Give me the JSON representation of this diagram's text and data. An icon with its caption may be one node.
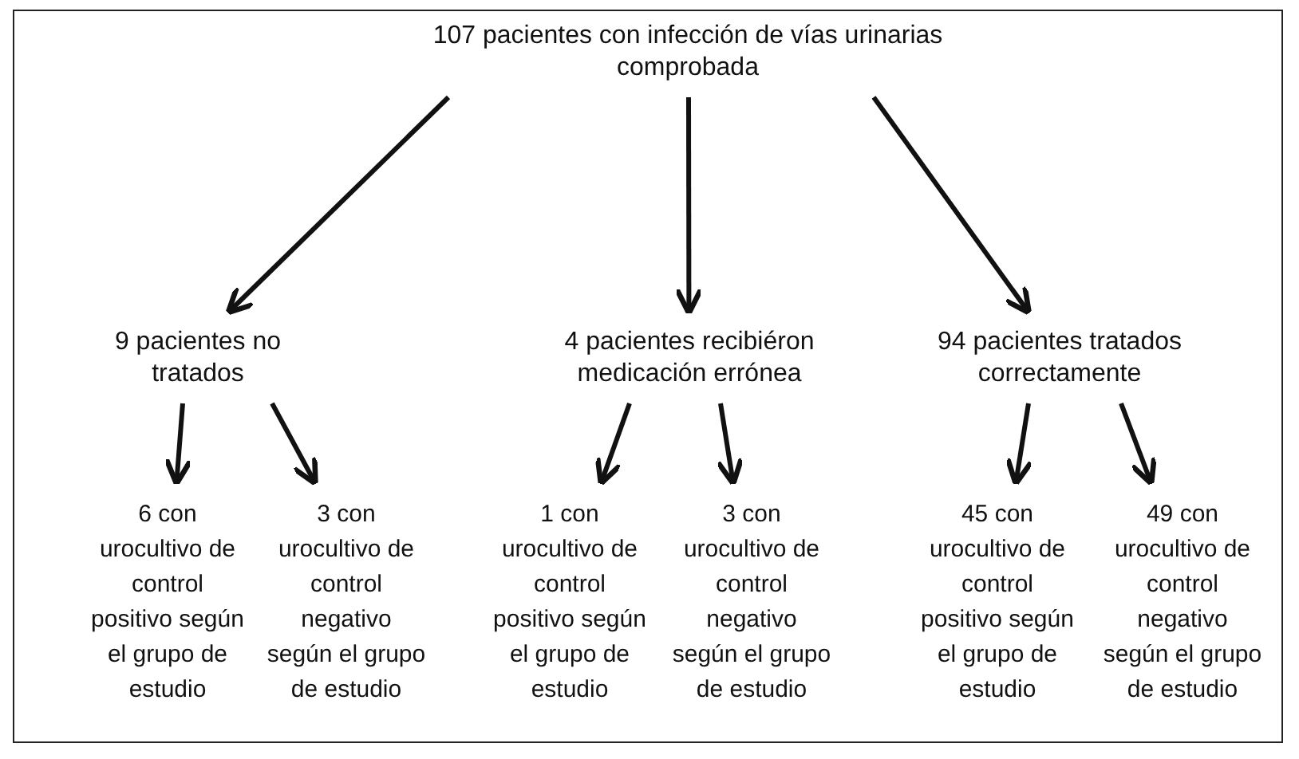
{
  "diagram": {
    "nodes": [
      {
        "text": [
          "107 pacientes con infección de vías urinarias comprobada"
        ]
      },
      {
        "text": [
          "9 pacientes no tratados"
        ]
      },
      {
        "text": [
          "4 pacientes recibiéron medicación errónea"
        ]
      },
      {
        "text": [
          "94 pacientes tratados correctamente"
        ]
      },
      {
        "text": [
          "6 con urocultivo de control positivo según el grupo de estudio"
        ]
      },
      {
        "text": [
          "3 con urocultivo de control negativo según el grupo de estudio"
        ]
      },
      {
        "text": [
          "1 con urocultivo de control positivo según el grupo de estudio"
        ]
      },
      {
        "text": [
          "3 con urocultivo de control negativo según el grupo de estudio"
        ]
      },
      {
        "text": [
          "45 con urocultivo de control positivo según el grupo de estudio"
        ]
      },
      {
        "text": [
          "49 con urocultivo de control negativo según el grupo de estudio"
        ]
      }
    ],
    "edges": [
      {
        "from": 0,
        "to": 1,
        "arrow": "to"
      },
      {
        "from": 0,
        "to": 2,
        "arrow": "to"
      },
      {
        "from": 0,
        "to": 3,
        "arrow": "to"
      },
      {
        "from": 1,
        "to": 4,
        "arrow": "to"
      },
      {
        "from": 1,
        "to": 5,
        "arrow": "to"
      },
      {
        "from": 2,
        "to": 6,
        "arrow": "to"
      },
      {
        "from": 2,
        "to": 7,
        "arrow": "to"
      },
      {
        "from": 3,
        "to": 8,
        "arrow": "to"
      },
      {
        "from": 3,
        "to": 9,
        "arrow": "to"
      }
    ]
  }
}
